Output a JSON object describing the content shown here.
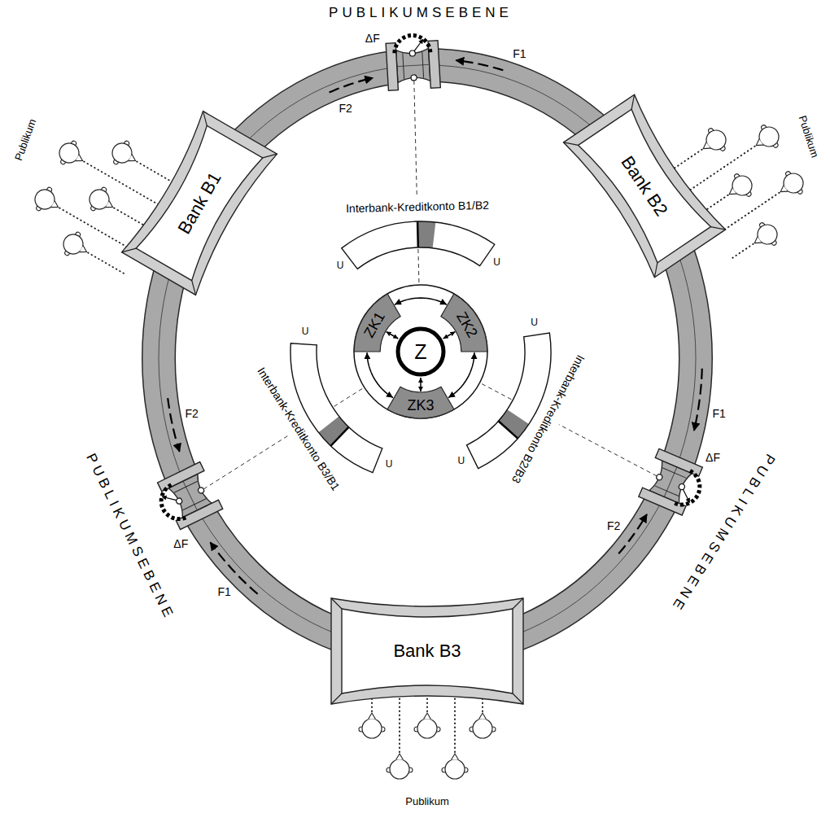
{
  "diagram": {
    "nodes": [
      {
        "text": [
          "Bank B1"
        ]
      },
      {
        "text": [
          "Bank B2"
        ]
      },
      {
        "text": [
          "Z"
        ]
      },
      {
        "text": [
          "ZK1"
        ]
      },
      {
        "text": [
          "ZK2"
        ]
      },
      {
        "text": [
          "ZK3"
        ]
      },
      {
        "text": [
          "Bank B3"
        ]
      }
    ],
    "edges": [
      {
        "from": 3,
        "to": 4,
        "arrow": "both"
      },
      {
        "from": 4,
        "to": 5,
        "arrow": "both"
      },
      {
        "from": 5,
        "to": 3,
        "arrow": "both"
      },
      {
        "from": 2,
        "to": 3,
        "arrow": "both"
      },
      {
        "from": 2,
        "to": 4,
        "arrow": "both"
      },
      {
        "from": 2,
        "to": 5,
        "arrow": "both"
      }
    ],
    "labels": [
      "PUBLIKUMSEBENE",
      "ΔF",
      "F1",
      "F2",
      "Publikum",
      "Publikum",
      "Interbank-Kreditkonto B1/B2",
      "U",
      "U",
      "Interbank-Kreditkonto B3/B1",
      "U",
      "U",
      "Interbank-Kreditkonto B2/B3",
      "U",
      "U",
      "F2",
      "F1",
      "PUBLIKUMSEBENE",
      "ΔF",
      "PUBLIKUMSEBENE",
      "ΔF",
      "F1",
      "F2",
      "Publikum"
    ]
  }
}
